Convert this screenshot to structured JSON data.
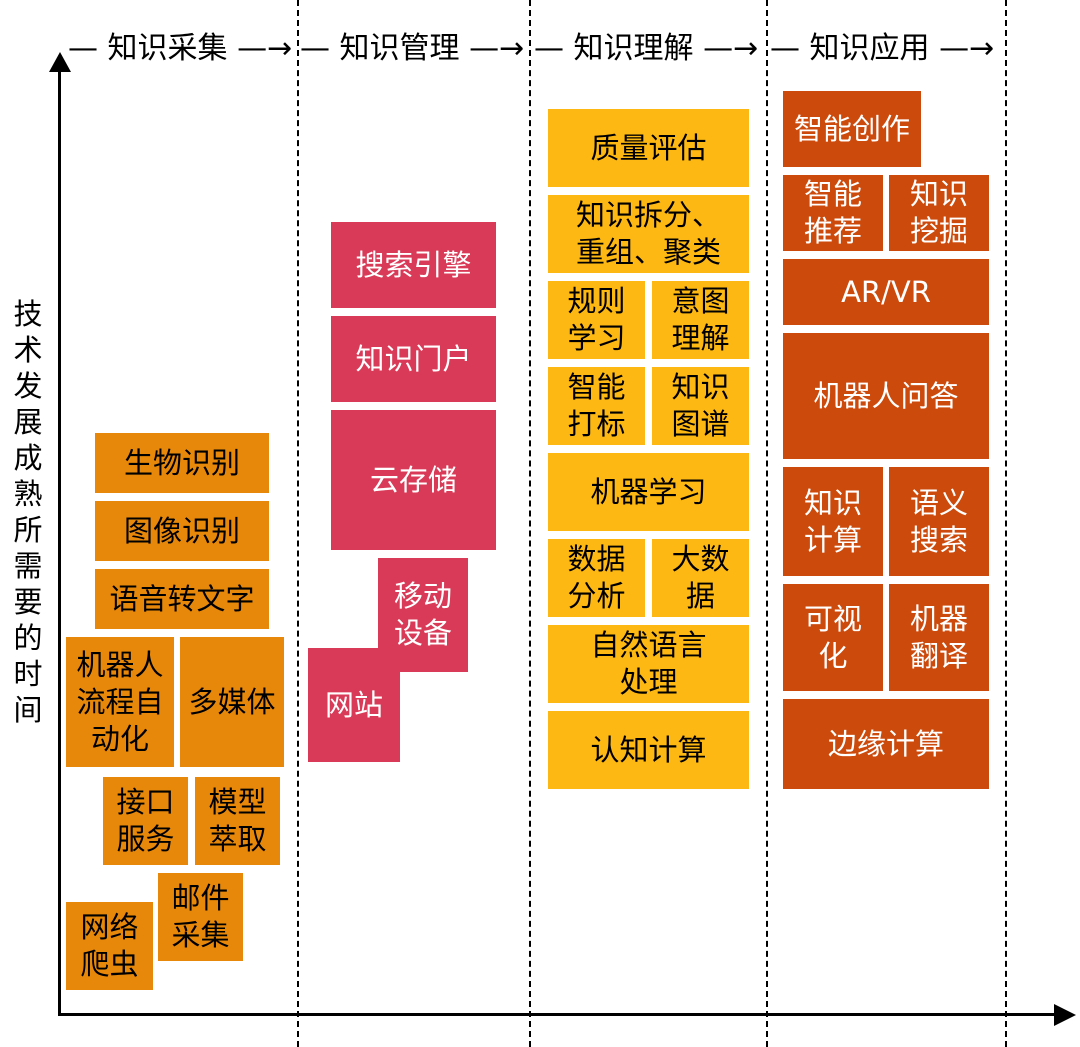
{
  "colors": {
    "collection": "#E8880A",
    "management": "#D83A57",
    "understanding": "#FDB813",
    "application": "#CC4A0B"
  },
  "headers": [
    "— 知识采集 —→",
    "— 知识管理 —→",
    "— 知识理解 —→",
    "— 知识应用 —→"
  ],
  "y_axis_label": "技\n术\n发\n展\n成\n熟\n所\n需\n要\n的\n时\n间",
  "collection": [
    "生物识别",
    "图像识别",
    "语音转文字",
    "机器人\n流程自\n动化",
    "多媒体",
    "接口\n服务",
    "模型\n萃取",
    "邮件\n采集",
    "网络\n爬虫"
  ],
  "management": [
    "搜索引擎",
    "知识门户",
    "云存储",
    "移动\n设备",
    "网站"
  ],
  "understanding": [
    "质量评估",
    "知识拆分、\n重组、聚类",
    "规则\n学习",
    "意图\n理解",
    "智能\n打标",
    "知识\n图谱",
    "机器学习",
    "数据\n分析",
    "大数\n据",
    "自然语言\n处理",
    "认知计算"
  ],
  "application": [
    "智能创作",
    "智能\n推荐",
    "知识\n挖掘",
    "AR/VR",
    "机器人问答",
    "知识\n计算",
    "语义\n搜索",
    "可视\n化",
    "机器\n翻译",
    "边缘计算"
  ]
}
